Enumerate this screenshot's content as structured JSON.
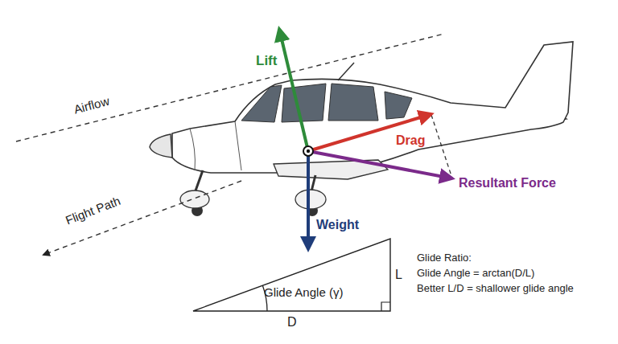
{
  "diagram": {
    "nodes": [
      {
        "text": [
          "Glide Angle (γ)"
        ]
      }
    ],
    "labels": [
      "Lift",
      "Airflow",
      "Drag",
      "Flight Path",
      "Resultant Force",
      "Weight",
      "L",
      "D",
      "Glide Ratio:",
      "Glide Angle = arctan(D/L)",
      "Better L/D = shallower glide angle"
    ]
  }
}
